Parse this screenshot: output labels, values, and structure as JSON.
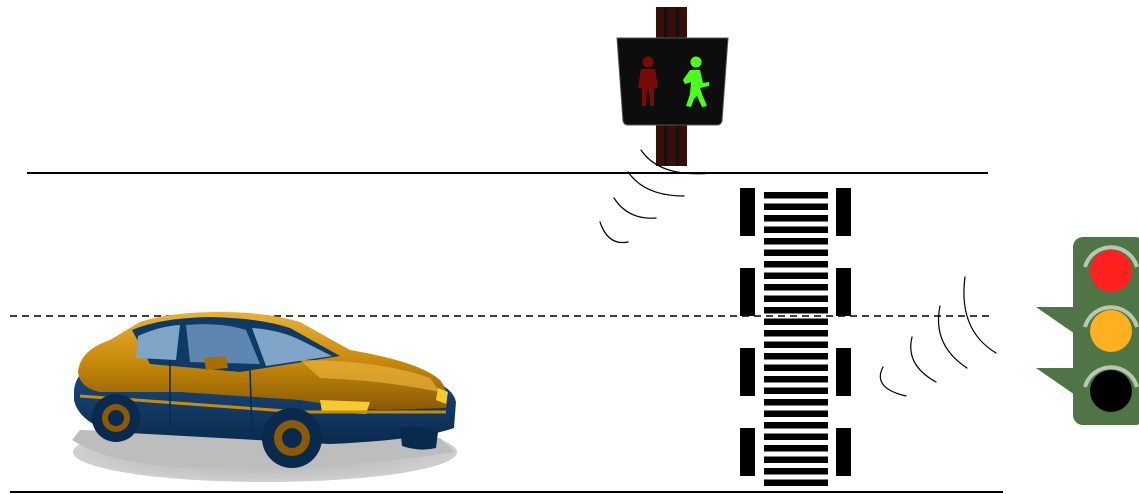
{
  "scene": {
    "background": "#ffffff",
    "road": {
      "line_color": "#000000",
      "center_line": "dashed"
    },
    "pedestrian_signal": {
      "icon": "pedestrian-signal-icon",
      "stop_figure_color": "#7a0a05",
      "walk_figure_color": "#4cff1a",
      "active": "walk",
      "housing_color": "#0d0d0d",
      "pole_color": "#3a0e08"
    },
    "crosswalk": {
      "icon": "zebra-crossing-icon",
      "stripe_color": "#000000"
    },
    "car": {
      "icon": "car-icon",
      "body_color": "#c98a0a",
      "trim_color": "#0e3a66"
    },
    "traffic_light": {
      "icon": "traffic-light-icon",
      "housing_color": "#4f7445",
      "lamps": [
        {
          "name": "red",
          "color": "#ff2020",
          "lit": true
        },
        {
          "name": "yellow",
          "color": "#ffb020",
          "lit": true
        },
        {
          "name": "green",
          "color": "#000000",
          "lit": false
        }
      ]
    },
    "signal_waves": {
      "icon": "wireless-signal-icon",
      "sources": [
        "pedestrian-signal",
        "traffic-light"
      ]
    }
  }
}
